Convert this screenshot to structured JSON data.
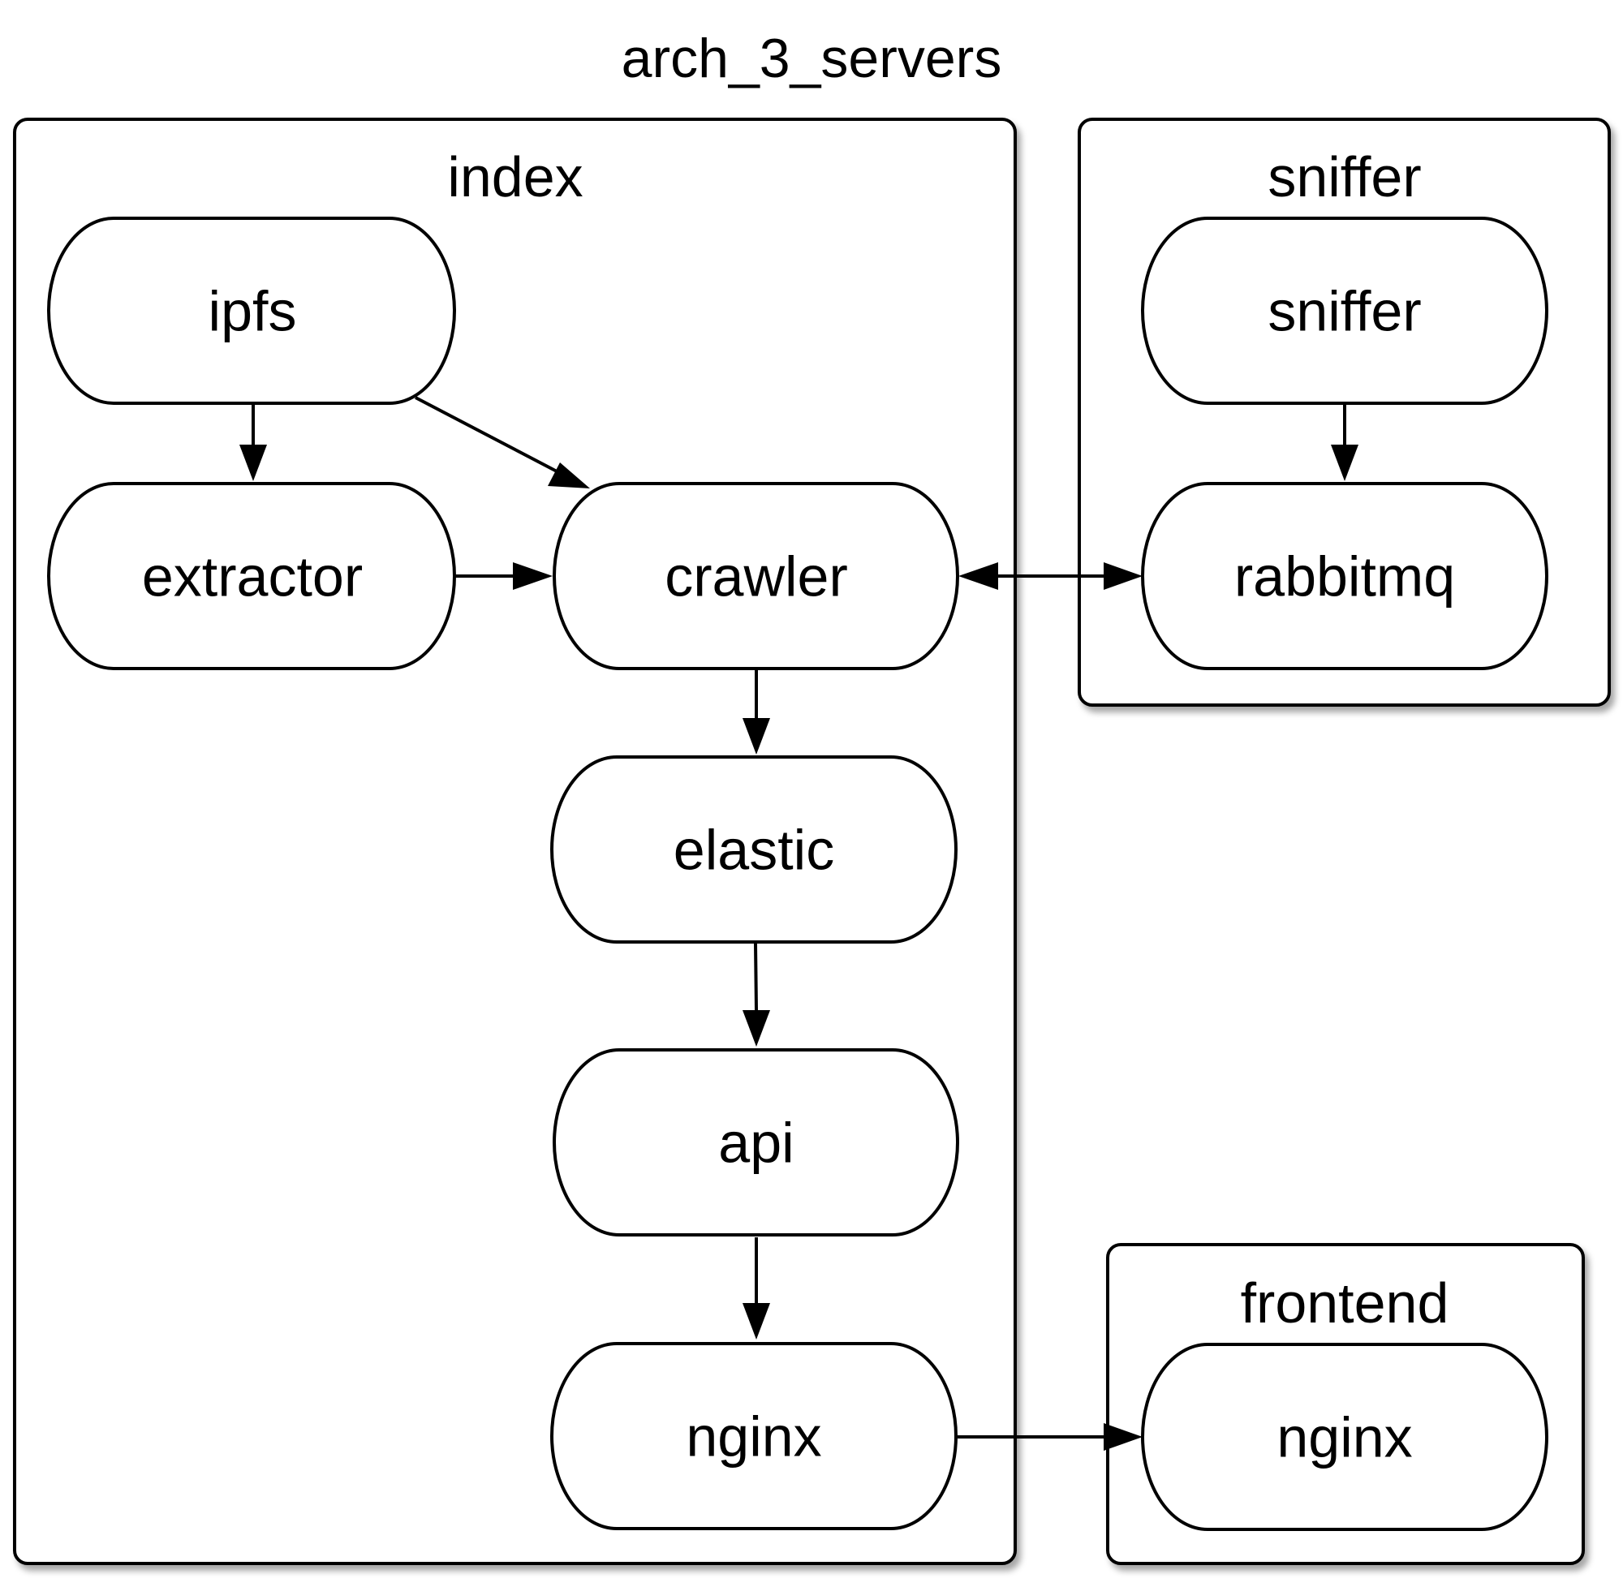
{
  "diagram": {
    "title": "arch_3_servers",
    "clusters": {
      "index": {
        "label": "index"
      },
      "sniffer": {
        "label": "sniffer"
      },
      "frontend": {
        "label": "frontend"
      }
    },
    "nodes": {
      "ipfs": {
        "label": "ipfs",
        "cluster": "index"
      },
      "extractor": {
        "label": "extractor",
        "cluster": "index"
      },
      "crawler": {
        "label": "crawler",
        "cluster": "index"
      },
      "elastic": {
        "label": "elastic",
        "cluster": "index"
      },
      "api": {
        "label": "api",
        "cluster": "index"
      },
      "nginx_index": {
        "label": "nginx",
        "cluster": "index"
      },
      "sniffer": {
        "label": "sniffer",
        "cluster": "sniffer"
      },
      "rabbitmq": {
        "label": "rabbitmq",
        "cluster": "sniffer"
      },
      "nginx_frontend": {
        "label": "nginx",
        "cluster": "frontend"
      }
    },
    "edges": [
      {
        "from": "ipfs",
        "to": "extractor",
        "direction": "forward"
      },
      {
        "from": "ipfs",
        "to": "crawler",
        "direction": "forward"
      },
      {
        "from": "extractor",
        "to": "crawler",
        "direction": "forward"
      },
      {
        "from": "crawler",
        "to": "rabbitmq",
        "direction": "both"
      },
      {
        "from": "sniffer",
        "to": "rabbitmq",
        "direction": "forward"
      },
      {
        "from": "crawler",
        "to": "elastic",
        "direction": "forward"
      },
      {
        "from": "elastic",
        "to": "api",
        "direction": "forward"
      },
      {
        "from": "api",
        "to": "nginx_index",
        "direction": "forward"
      },
      {
        "from": "nginx_index",
        "to": "nginx_frontend",
        "direction": "forward"
      }
    ],
    "colors": {
      "stroke": "#000000",
      "fill": "#ffffff",
      "text": "#000000"
    }
  }
}
